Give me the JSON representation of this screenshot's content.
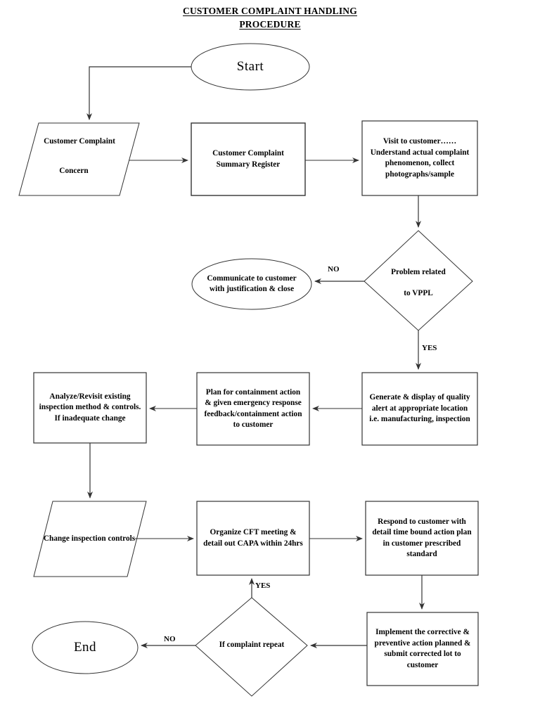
{
  "document": {
    "title_line1": "CUSTOMER COMPLAINT HANDLING",
    "title_line2": "PROCEDURE"
  },
  "colors": {
    "stroke": "#333333",
    "text": "#000000",
    "background": "#ffffff"
  },
  "chart_data": {
    "type": "diagram",
    "title": "CUSTOMER COMPLAINT HANDLING PROCEDURE",
    "diagram_kind": "flowchart",
    "nodes": [
      {
        "id": "start",
        "shape": "ellipse",
        "label": "Start"
      },
      {
        "id": "complaint_concern",
        "shape": "parallelogram",
        "label": "Customer Complaint\n\nConcern"
      },
      {
        "id": "summary_register",
        "shape": "rectangle",
        "label": "Customer Complaint\nSummary Register"
      },
      {
        "id": "visit_customer",
        "shape": "rectangle",
        "label": "Visit to customer…… Understand actual complaint phenomenon, collect photographs/sample"
      },
      {
        "id": "problem_vppl",
        "shape": "diamond",
        "label": "Problem related\n\nto VPPL"
      },
      {
        "id": "communicate_close",
        "shape": "ellipse",
        "label": "Communicate to customer with justification & close"
      },
      {
        "id": "quality_alert",
        "shape": "rectangle",
        "label": "Generate & display of quality alert at appropriate location i.e. manufacturing, inspection"
      },
      {
        "id": "containment_plan",
        "shape": "rectangle",
        "label": "Plan for containment action & given emergency response feedback/containment action to customer"
      },
      {
        "id": "analyze_revisit",
        "shape": "rectangle",
        "label": "Analyze/Revisit existing inspection method & controls. If inadequate change"
      },
      {
        "id": "change_controls",
        "shape": "parallelogram",
        "label": "Change inspection controls"
      },
      {
        "id": "cft_meeting",
        "shape": "rectangle",
        "label": "Organize CFT meeting & detail out CAPA within 24hrs"
      },
      {
        "id": "respond_customer",
        "shape": "rectangle",
        "label": "Respond to customer with detail time bound action plan in customer prescribed standard"
      },
      {
        "id": "implement_capa",
        "shape": "rectangle",
        "label": "Implement the corrective & preventive action planned & submit corrected lot to customer"
      },
      {
        "id": "complaint_repeat",
        "shape": "diamond",
        "label": "If complaint repeat"
      },
      {
        "id": "end",
        "shape": "ellipse",
        "label": "End"
      }
    ],
    "edges": [
      {
        "from": "start",
        "to": "complaint_concern",
        "label": ""
      },
      {
        "from": "complaint_concern",
        "to": "summary_register",
        "label": ""
      },
      {
        "from": "summary_register",
        "to": "visit_customer",
        "label": ""
      },
      {
        "from": "visit_customer",
        "to": "problem_vppl",
        "label": ""
      },
      {
        "from": "problem_vppl",
        "to": "communicate_close",
        "label": "NO"
      },
      {
        "from": "problem_vppl",
        "to": "quality_alert",
        "label": "YES"
      },
      {
        "from": "quality_alert",
        "to": "containment_plan",
        "label": ""
      },
      {
        "from": "containment_plan",
        "to": "analyze_revisit",
        "label": ""
      },
      {
        "from": "analyze_revisit",
        "to": "change_controls",
        "label": ""
      },
      {
        "from": "change_controls",
        "to": "cft_meeting",
        "label": ""
      },
      {
        "from": "cft_meeting",
        "to": "respond_customer",
        "label": ""
      },
      {
        "from": "respond_customer",
        "to": "implement_capa",
        "label": ""
      },
      {
        "from": "implement_capa",
        "to": "complaint_repeat",
        "label": ""
      },
      {
        "from": "complaint_repeat",
        "to": "end",
        "label": "NO"
      },
      {
        "from": "complaint_repeat",
        "to": "cft_meeting",
        "label": "YES"
      }
    ]
  },
  "nodes": {
    "start": {
      "label": "Start"
    },
    "complaint_concern": {
      "line1": "Customer Complaint",
      "line2": "Concern"
    },
    "summary_register": {
      "label": "Customer Complaint\nSummary Register"
    },
    "visit_customer": {
      "label": "Visit to customer…… Understand actual complaint phenomenon, collect photographs/sample"
    },
    "problem_vppl": {
      "line1": "Problem related",
      "line2": "to VPPL"
    },
    "communicate_close": {
      "label": "Communicate to customer with justification & close"
    },
    "quality_alert": {
      "label": "Generate & display of quality alert at appropriate location i.e. manufacturing, inspection"
    },
    "containment_plan": {
      "label": "Plan for containment action & given emergency response feedback/containment action to customer"
    },
    "analyze_revisit": {
      "label": "Analyze/Revisit existing inspection method & controls. If inadequate change"
    },
    "change_controls": {
      "label": "Change inspection controls"
    },
    "cft_meeting": {
      "label": "Organize CFT meeting & detail out CAPA within 24hrs"
    },
    "respond_customer": {
      "label": "Respond to customer with detail time bound action plan in customer prescribed standard"
    },
    "implement_capa": {
      "label": "Implement the corrective & preventive action planned & submit corrected lot to customer"
    },
    "complaint_repeat": {
      "label": "If complaint repeat"
    },
    "end": {
      "label": "End"
    }
  },
  "edge_labels": {
    "vppl_no": "NO",
    "vppl_yes": "YES",
    "repeat_yes": "YES",
    "repeat_no": "NO"
  }
}
